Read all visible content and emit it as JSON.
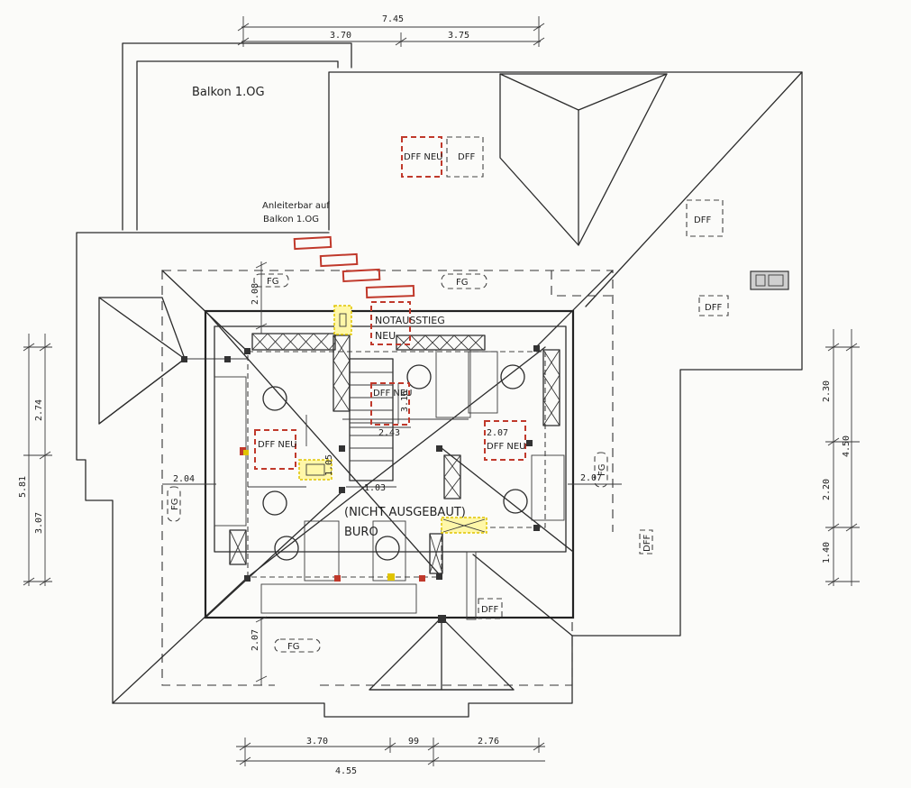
{
  "labels": {
    "balkon": "Balkon 1.OG",
    "anleiter_1": "Anleiterbar auf",
    "anleiter_2": "Balkon 1.OG",
    "notausstieg_1": "NOTAUSSTIEG",
    "notausstieg_2": "NEU",
    "nicht_ausgebaut": "(NICHT AUSGEBAUT)",
    "buro": "BURO",
    "dff": "DFF",
    "dff_neu": "DFF NEU",
    "fg": "FG"
  },
  "dimensions": {
    "top_total": "7.45",
    "top_left": "3.70",
    "top_right": "3.75",
    "bottom_left": "3.70",
    "bottom_mid": "99",
    "bottom_right": "2.76",
    "bottom_total": "4.55",
    "left_total": "5.81",
    "left_upper": "2.74",
    "left_lower": "3.07",
    "right_total": "4.50",
    "right_upper": "2.30",
    "right_mid": "2.20",
    "right_lower": "1.40",
    "dim_208": "2.08",
    "dim_207_bottom": "2.07",
    "dim_204": "2.04",
    "dim_207_right": "2.07",
    "dim_316": "3.16",
    "dim_243": "2.43",
    "dim_207_stairs": "2.07",
    "dim_103": "1.03",
    "dim_105": "1.05"
  },
  "colors": {
    "ink": "#2b2b2b",
    "red_marker": "#c0392b",
    "yellow_marker": "#e0c400",
    "paper": "#fbfbf9"
  }
}
